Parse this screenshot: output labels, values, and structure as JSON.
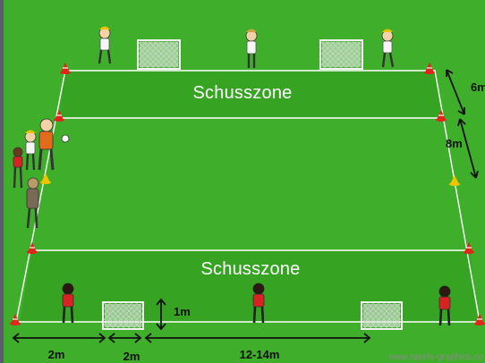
{
  "field": {
    "colors": {
      "grass": "#3fae2a",
      "grass_dark": "#2f9a1e",
      "zone": "#37a51f",
      "line": "#ffffff",
      "cone": "#e0251b",
      "cone_yellow": "#f2c400",
      "goal_frame": "#f4f4f4",
      "goal_net": "#d8dcd8",
      "player_red": "#d92222",
      "player_white": "#f6f6f6"
    },
    "zones": [
      {
        "label": "Schusszone"
      },
      {
        "label": "Schusszone"
      }
    ]
  },
  "dimensions": {
    "right_top": "6m",
    "right_middle": "8m",
    "bottom_edge_to_goal": "2m",
    "bottom_goal_width": "2m",
    "bottom_between_goals": "12-14m",
    "goal_height": "1m"
  },
  "watermark": "www.sports-graphics.co"
}
